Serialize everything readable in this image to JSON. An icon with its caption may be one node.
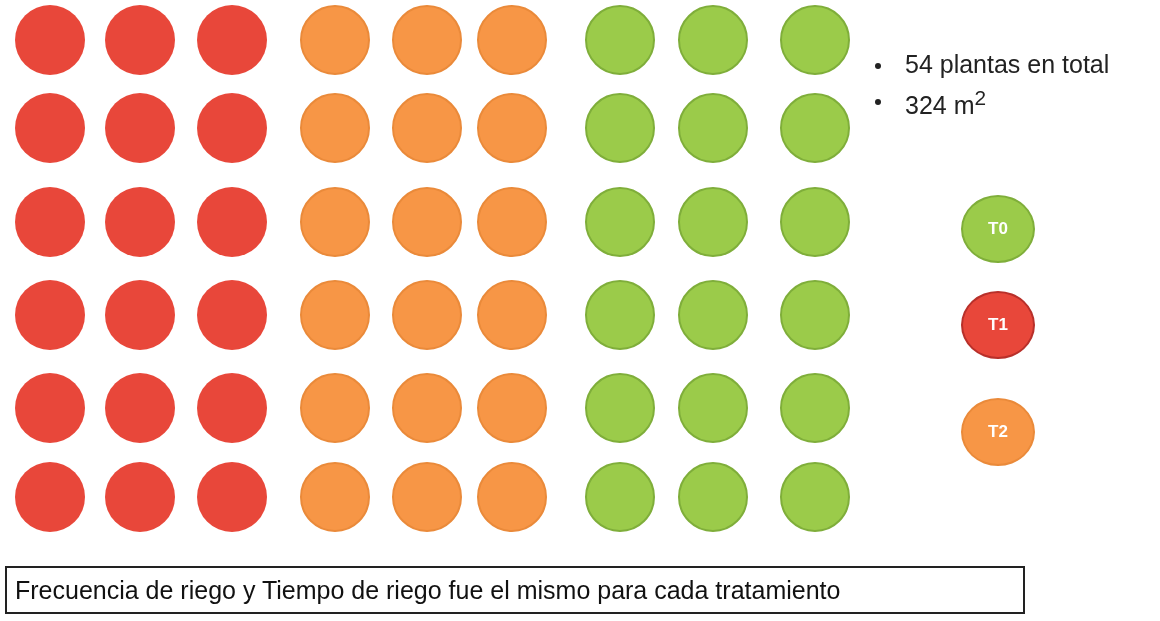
{
  "diagram": {
    "nodes": [
      {
        "text": [],
        "shape": "circle"
      },
      {
        "text": [],
        "shape": "circle"
      },
      {
        "text": [],
        "shape": "circle"
      },
      {
        "text": [],
        "shape": "circle"
      },
      {
        "text": [],
        "shape": "circle"
      },
      {
        "text": [],
        "shape": "circle"
      },
      {
        "text": [],
        "shape": "circle"
      },
      {
        "text": [],
        "shape": "circle"
      },
      {
        "text": [],
        "shape": "circle"
      },
      {
        "text": [],
        "shape": "circle"
      },
      {
        "text": [],
        "shape": "circle"
      },
      {
        "text": [],
        "shape": "circle"
      },
      {
        "text": [],
        "shape": "circle"
      },
      {
        "text": [],
        "shape": "circle"
      },
      {
        "text": [],
        "shape": "circle"
      },
      {
        "text": [],
        "shape": "circle"
      },
      {
        "text": [],
        "shape": "circle"
      },
      {
        "text": [],
        "shape": "circle"
      },
      {
        "text": [],
        "shape": "circle"
      },
      {
        "text": [],
        "shape": "circle"
      },
      {
        "text": [],
        "shape": "circle"
      },
      {
        "text": [],
        "shape": "circle"
      },
      {
        "text": [],
        "shape": "circle"
      },
      {
        "text": [],
        "shape": "circle"
      },
      {
        "text": [],
        "shape": "circle"
      },
      {
        "text": [],
        "shape": "circle"
      },
      {
        "text": [],
        "shape": "circle"
      },
      {
        "text": [],
        "shape": "circle"
      },
      {
        "text": [],
        "shape": "circle"
      },
      {
        "text": [],
        "shape": "circle"
      },
      {
        "text": [],
        "shape": "circle"
      },
      {
        "text": [],
        "shape": "circle"
      },
      {
        "text": [],
        "shape": "circle"
      },
      {
        "text": [],
        "shape": "circle"
      },
      {
        "text": [],
        "shape": "circle"
      },
      {
        "text": [],
        "shape": "circle"
      },
      {
        "text": [],
        "shape": "circle"
      },
      {
        "text": [],
        "shape": "circle"
      },
      {
        "text": [],
        "shape": "circle"
      },
      {
        "text": [],
        "shape": "circle"
      },
      {
        "text": [],
        "shape": "circle"
      },
      {
        "text": [],
        "shape": "circle"
      },
      {
        "text": [],
        "shape": "circle"
      },
      {
        "text": [],
        "shape": "circle"
      },
      {
        "text": [],
        "shape": "circle"
      },
      {
        "text": [],
        "shape": "circle"
      },
      {
        "text": [],
        "shape": "circle"
      },
      {
        "text": [],
        "shape": "circle"
      },
      {
        "text": [],
        "shape": "circle"
      },
      {
        "text": [],
        "shape": "circle"
      },
      {
        "text": [],
        "shape": "circle"
      },
      {
        "text": [],
        "shape": "circle"
      },
      {
        "text": [],
        "shape": "circle"
      },
      {
        "text": [],
        "shape": "circle"
      },
      {
        "text": [
          "Frecuencia de riego y Tiempo de riego fue el mismo para cada tratamiento"
        ]
      }
    ],
    "labels": [
      "54 plantas en total",
      "324 m$^{2}$"
    ],
    "legend": [
      {
        "text": "T0",
        "color": "#9bcb4a"
      },
      {
        "text": "T1",
        "color": "#e8473a"
      },
      {
        "text": "T2",
        "color": "#f79646"
      }
    ]
  }
}
